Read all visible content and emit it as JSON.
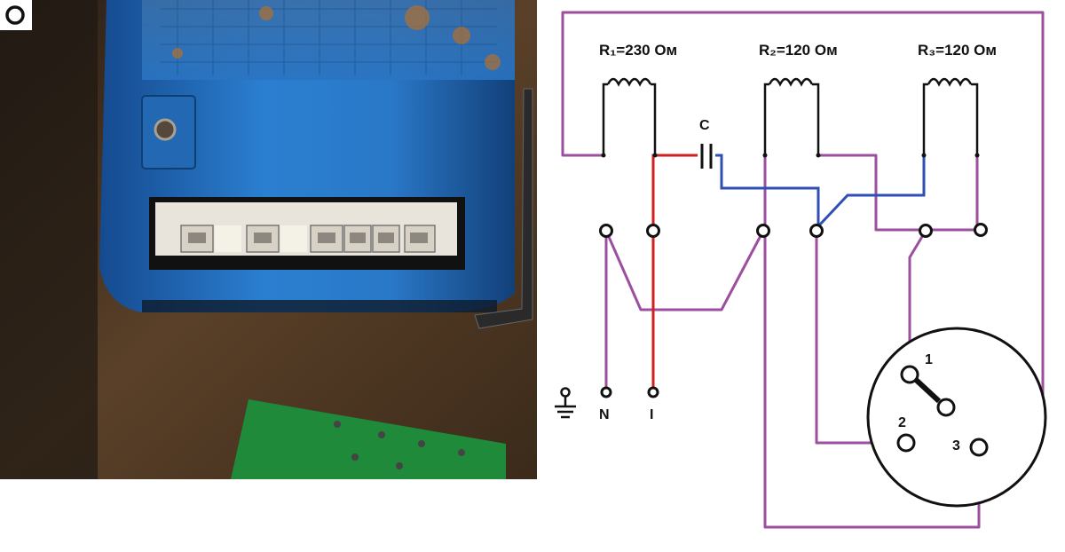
{
  "diagram": {
    "resistors": [
      {
        "id": "r1",
        "label": "R₁=230 Ом"
      },
      {
        "id": "r2",
        "label": "R₂=120 Ом"
      },
      {
        "id": "r3",
        "label": "R₃=120 Ом"
      }
    ],
    "capacitor_label": "C",
    "terminals": {
      "neutral": "N",
      "line": "I"
    },
    "switch_positions": [
      "1",
      "2",
      "3"
    ],
    "wire_colors": {
      "purple": "#9b4f9e",
      "red": "#d12020",
      "blue": "#2f4fb5",
      "black": "#111111"
    }
  },
  "photo": {
    "corner_glyph": "O"
  }
}
